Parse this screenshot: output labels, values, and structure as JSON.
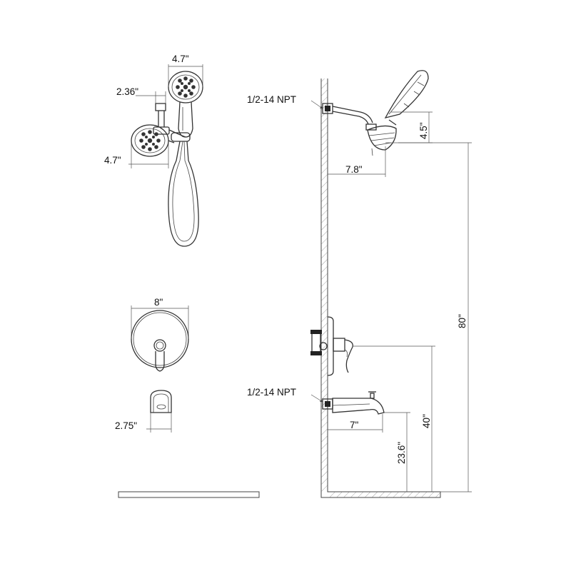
{
  "left_views": {
    "handheld_width": "4.7\"",
    "arm_width": "2.36\"",
    "rain_width": "4.7\"",
    "trim_plate_width": "8\"",
    "spout_width": "2.75\""
  },
  "side_view": {
    "upper_connection": "1/2-14 NPT",
    "lower_connection": "1/2-14 NPT",
    "head_drop": "4.5\"",
    "arm_reach": "7.8\"",
    "head_height": "80\"",
    "valve_height": "40\"",
    "spout_reach": "7\"",
    "spout_height": "23.6\""
  },
  "colors": {
    "line": "#333333",
    "background": "#ffffff"
  }
}
